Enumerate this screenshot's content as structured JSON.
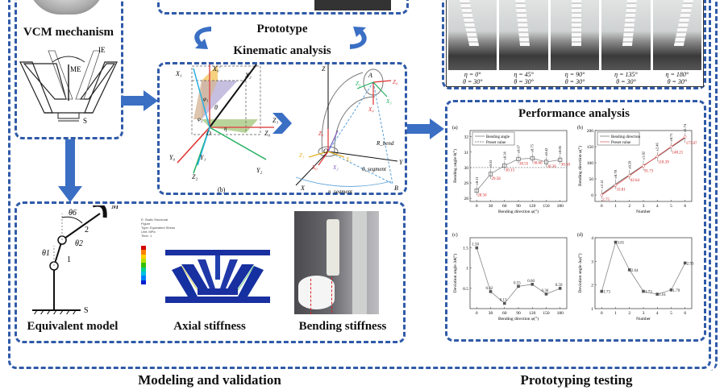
{
  "sections": {
    "vcm_label": "VCM mechanism",
    "vcm_labels": {
      "ie": "IE",
      "me": "ME",
      "s": "S"
    },
    "prototype_label": "Prototype",
    "kinematic_label": "Kinematic analysis",
    "performance_label": "Performance analysis",
    "equivalent_label": "Equivalent model",
    "axial_label": "Axial stiffness",
    "bending_label": "Bending stiffness",
    "modeling_label": "Modeling and validation",
    "testing_label": "Prototyping testing"
  },
  "kinematics": {
    "left_caption": "(b)",
    "left_axes": [
      "X0'",
      "X1",
      "X2",
      "Z1",
      "Z0",
      "Y0",
      "Y1",
      "Z2",
      "Y2",
      "O",
      "θ",
      "φ1",
      "φ2",
      "η"
    ],
    "right_axes": [
      "Z",
      "Y",
      "X",
      "O",
      "A",
      "B",
      "Z4",
      "Z3",
      "X3",
      "X4",
      "Z0",
      "Z2",
      "Z1",
      "X0",
      "X1",
      "X2",
      "R_bend",
      "θ_segment",
      "η_segment"
    ]
  },
  "equivalent_model": {
    "labels": [
      "θ6",
      "θ2",
      "θ1",
      "M",
      "1",
      "2",
      "S"
    ]
  },
  "photos": [
    {
      "eta": "η = 0°",
      "theta": "θ = 30°"
    },
    {
      "eta": "η = 45°",
      "theta": "θ = 30°"
    },
    {
      "eta": "η = 90°",
      "theta": "θ = 30°"
    },
    {
      "eta": "η = 135°",
      "theta": "θ = 30°"
    },
    {
      "eta": "η = 180°",
      "theta": "θ = 30°"
    }
  ],
  "fea_legend": {
    "colors": [
      "#d40000",
      "#ff7f00",
      "#ffd000",
      "#b8e000",
      "#36c000",
      "#00d090",
      "#00c0e0",
      "#0080ff",
      "#0020d0"
    ]
  },
  "chart_data": [
    {
      "id": "a",
      "type": "line",
      "panel": "(a)",
      "xlabel": "Bending direction φ(°)",
      "ylabel": "Bending angle θ(°)",
      "x": [
        0,
        30,
        60,
        90,
        120,
        150,
        180
      ],
      "xlim": [
        0,
        180
      ],
      "ylim": [
        27.8,
        32.4
      ],
      "yticks": [
        28,
        29,
        30,
        31,
        32
      ],
      "series": [
        {
          "name": "Bending angle",
          "values": [
            28.5,
            29.58,
            30.13,
            30.55,
            30.6,
            30.36,
            30.5
          ],
          "errors": [
            "±0.11",
            "±0.53",
            "±0.36",
            "±0.67",
            "±0.75",
            "±0.42",
            "±0.05"
          ]
        },
        {
          "name": "Preset value",
          "constant": 30
        }
      ],
      "legend": "top-left"
    },
    {
      "id": "b",
      "type": "line",
      "panel": "(b)",
      "xlabel": "Number",
      "ylabel": "Bending direction φ(°)",
      "x": [
        0,
        1,
        2,
        3,
        4,
        5,
        6
      ],
      "xlim": [
        0,
        6
      ],
      "ylim": [
        -20,
        200
      ],
      "yticks": [
        0,
        50,
        100,
        150,
        200
      ],
      "series": [
        {
          "name": "Bending direction",
          "values": [
            2.75,
            33.81,
            62.64,
            91.73,
            118.39,
            148.21,
            177.07
          ],
          "errors": [
            "±2.12",
            "±0.70",
            "±0.59",
            "±1.82",
            "±2.46",
            "±0.71",
            "±1.74"
          ]
        },
        {
          "name": "Preset value",
          "values": [
            0,
            30,
            60,
            90,
            120,
            150,
            180
          ]
        }
      ],
      "legend": "top-left"
    },
    {
      "id": "c",
      "type": "line",
      "panel": "(c)",
      "xlabel": "Bending direction φ(°)",
      "ylabel": "Deviation angle Δθ(°)",
      "x": [
        0,
        30,
        60,
        90,
        120,
        150,
        180
      ],
      "xlim": [
        0,
        180
      ],
      "ylim": [
        0,
        1.75
      ],
      "yticks": [
        0.5,
        1.0,
        1.5
      ],
      "series": [
        {
          "name": "Deviation",
          "values": [
            1.5,
            0.42,
            0.13,
            0.55,
            0.6,
            0.36,
            0.5
          ]
        }
      ]
    },
    {
      "id": "d",
      "type": "line",
      "panel": "(d)",
      "xlabel": "Number",
      "ylabel": "Deviation angle Δφ(°)",
      "x": [
        0,
        1,
        2,
        3,
        4,
        5,
        6
      ],
      "xlim": [
        0,
        6
      ],
      "ylim": [
        1,
        4
      ],
      "yticks": [
        1,
        2,
        3,
        4
      ],
      "series": [
        {
          "name": "Deviation",
          "values": [
            1.73,
            3.81,
            2.64,
            1.73,
            1.61,
            1.79,
            2.93
          ]
        }
      ]
    }
  ]
}
